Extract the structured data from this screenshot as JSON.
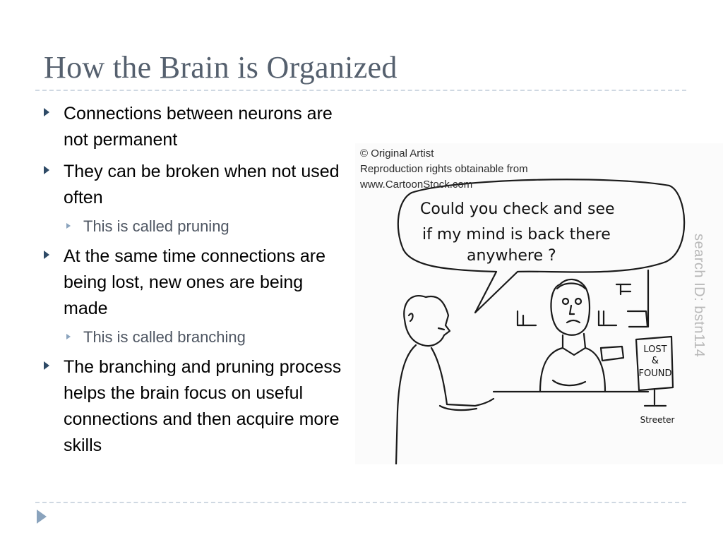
{
  "slide": {
    "title": "How the Brain is Organized",
    "bullets": [
      {
        "text": "Connections between neurons are not permanent"
      },
      {
        "text": "They can be broken when not used often",
        "sub": "This is called pruning"
      },
      {
        "text": "At the same time connections are being lost, new ones are being made",
        "sub": "This is called branching"
      },
      {
        "text": "The branching and pruning process helps the brain focus on useful connections and then acquire more skills"
      }
    ]
  },
  "cartoon": {
    "credit_line1": "© Original Artist",
    "credit_line2": "Reproduction rights obtainable from",
    "credit_line3": "www.CartoonStock.com",
    "search_id": "search ID: bstn114",
    "speech_line1": "Could you check and see",
    "speech_line2": "if my mind is back there",
    "speech_line3": "anywhere ?",
    "sign_line1": "LOST",
    "sign_line2": "&",
    "sign_line3": "FOUND",
    "signature": "Streeter"
  },
  "colors": {
    "title": "#55606e",
    "bullet_marker": "#2e4a66",
    "sub_bullet_marker": "#8aa3bd",
    "divider": "#cfd8e2"
  }
}
